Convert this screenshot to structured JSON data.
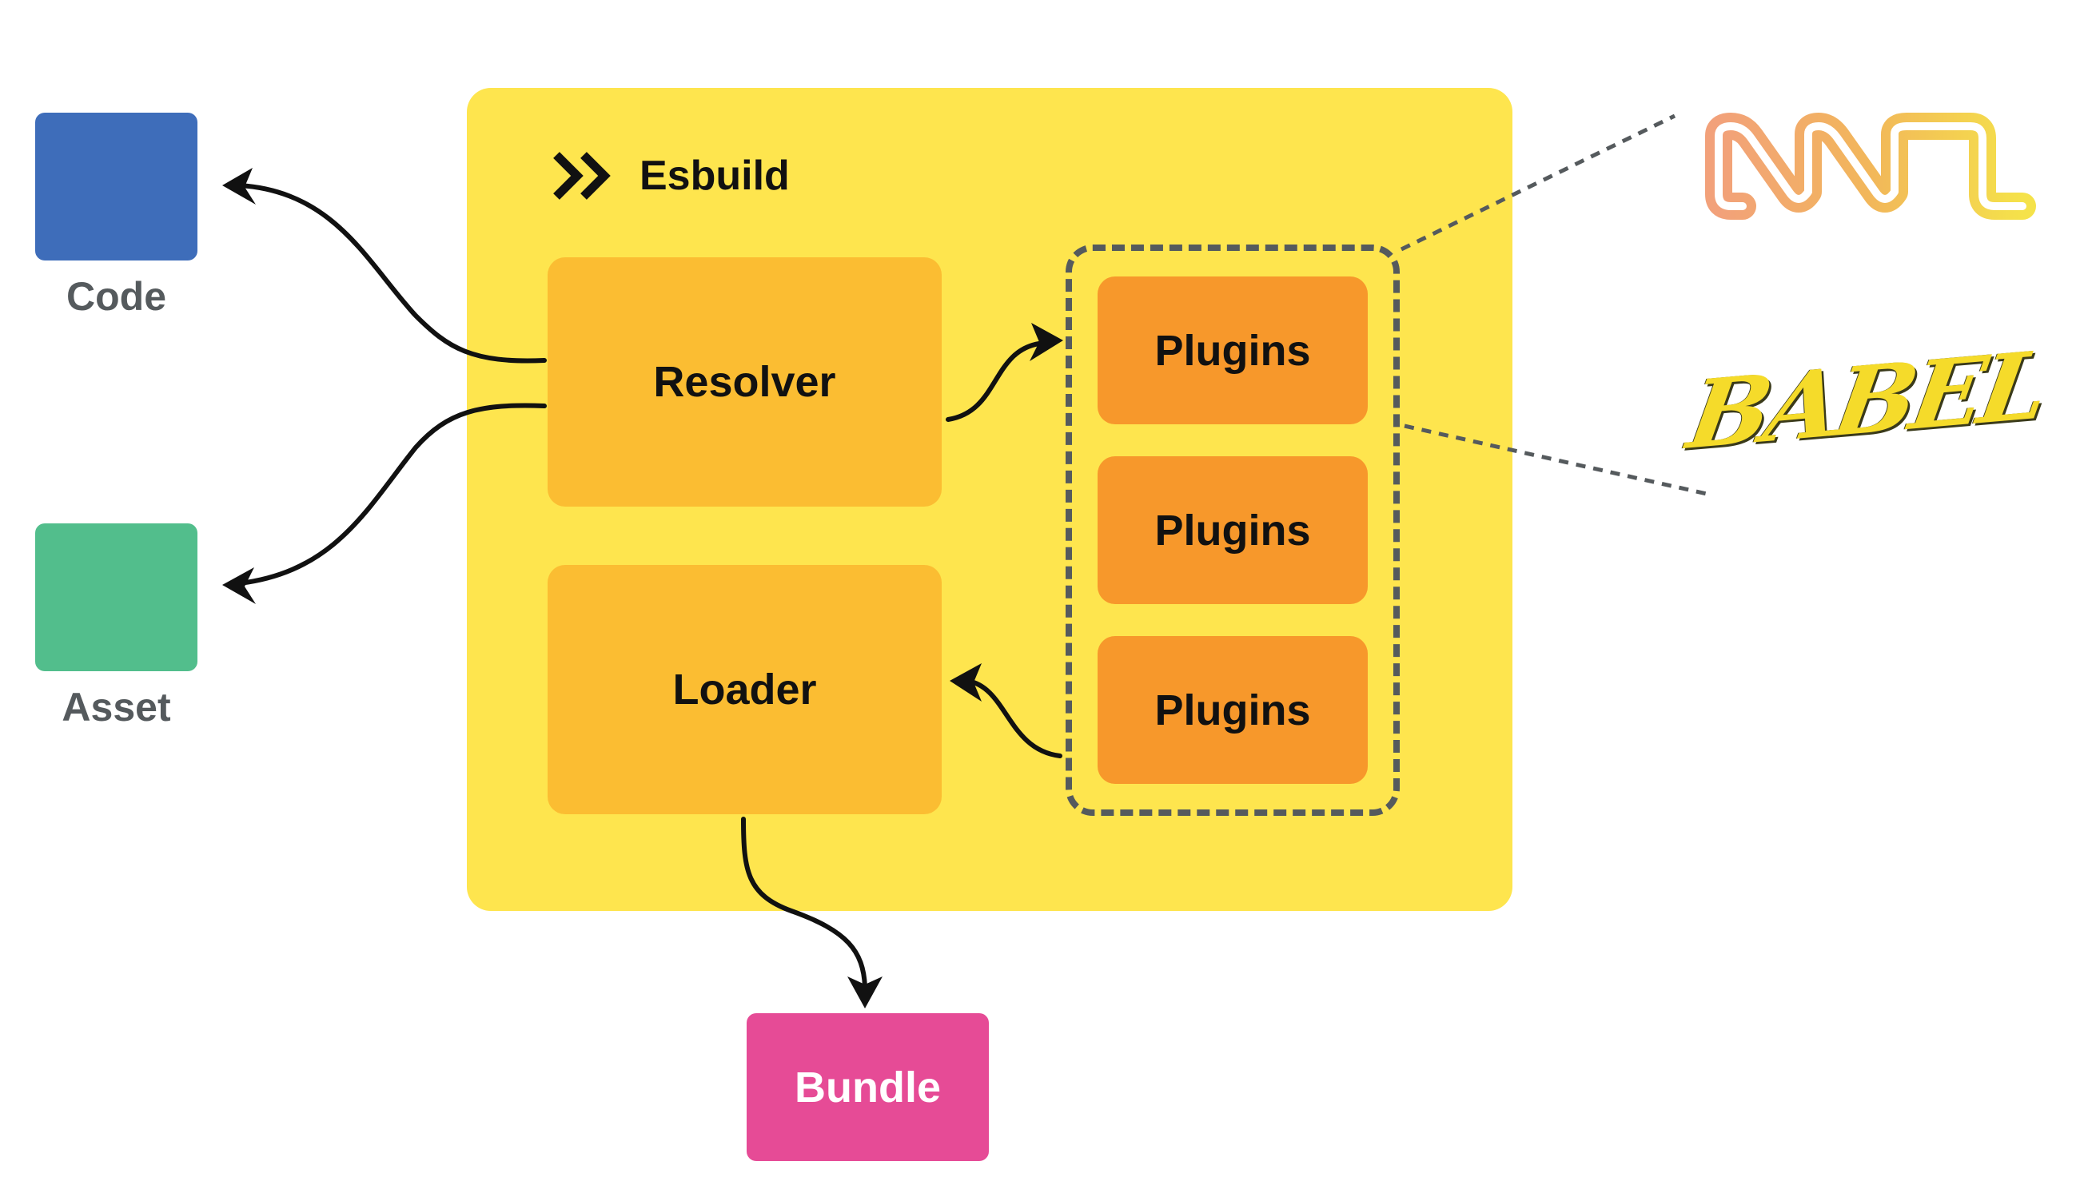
{
  "esbuild": {
    "title": "Esbuild"
  },
  "resolver": {
    "label": "Resolver"
  },
  "loader": {
    "label": "Loader"
  },
  "plugins": {
    "items": [
      "Plugins",
      "Plugins",
      "Plugins"
    ]
  },
  "inputs": {
    "code_label": "Code",
    "asset_label": "Asset"
  },
  "output": {
    "bundle_label": "Bundle"
  },
  "external": {
    "babel_logo_text": "BABEL"
  },
  "colors": {
    "esbuild_bg": "#fee54e",
    "resolver_loader_bg": "#fbbd32",
    "plugins_bg": "#f7982b",
    "code_box": "#3e6dba",
    "asset_box": "#52be8c",
    "bundle_box": "#e64b96",
    "label_gray": "#555a5d"
  }
}
